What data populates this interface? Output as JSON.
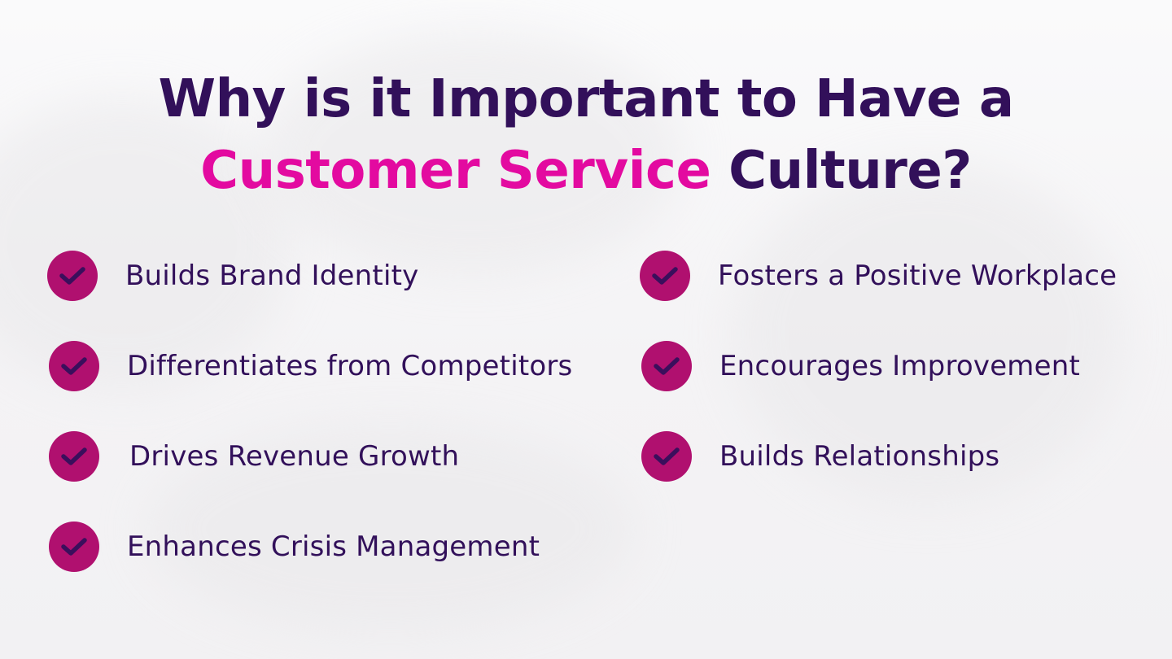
{
  "title": {
    "line1": "Why is it Important to Have a",
    "line2_accent": "Customer Service",
    "line2_rest": "Culture?"
  },
  "colors": {
    "title_dark": "#32105a",
    "title_accent": "#e30aa0",
    "check_circle": "#b0106f",
    "check_mark": "#3a0f5c"
  },
  "icons": {
    "bullet": "check-circle-icon"
  },
  "left_items": [
    {
      "label": "Builds Brand Identity"
    },
    {
      "label": "Differentiates from Competitors"
    },
    {
      "label": "Drives Revenue Growth"
    },
    {
      "label": "Enhances Crisis Management"
    }
  ],
  "right_items": [
    {
      "label": "Fosters a Positive Workplace"
    },
    {
      "label": "Encourages Improvement"
    },
    {
      "label": "Builds Relationships"
    }
  ]
}
